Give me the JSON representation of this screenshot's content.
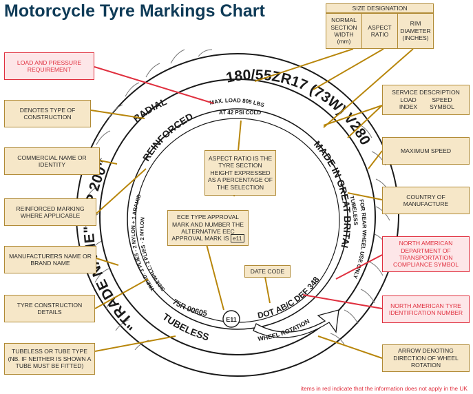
{
  "title": "Motorcycle Tyre Markings Chart",
  "tyre_text": {
    "size": "180/55ZR17 (73W) V280",
    "radial": "RADIAL",
    "reinforced": "REINFORCED",
    "max_load_1": "MAX. LOAD 805 LBS",
    "max_load_2": "AT 42 PSI COLD",
    "trade_name": "\"TRADE NAME\" \"KP 200\"",
    "made_in": "MADE IN GREAT BRITAIN",
    "tubeless_rear_1": "TUBELESS",
    "tubeless_rear_2": "FOR REAR WHEEL USE ONLY",
    "tread_1": "TREAD: 3 PLIES - 2 NYLON + 1 ARAMID",
    "tread_2": "SIDEWALL: 2 PLIES - 2 NYLON",
    "ece_mark": "E11",
    "ece_number": "75R 00605",
    "dot_code": "DOT AB/C DEF 348",
    "tubeless_bottom": "TUBELESS",
    "wheel_rotation": "WHEEL ROTATION"
  },
  "size_designation": {
    "header": "SIZE DESIGNATION",
    "columns": [
      "NORMAL SECTION WIDTH (mm)",
      "ASPECT RATIO",
      "RIM DIAMETER (INCHES)"
    ]
  },
  "labels": {
    "load_pressure": "LOAD AND PRESSURE REQUIREMENT",
    "construction_type": "DENOTES TYPE OF CONSTRUCTION",
    "commercial_name": "COMMERCIAL NAME OR IDENTITY",
    "reinforced_marking": "REINFORCED MARKING WHERE APPLICABLE",
    "manufacturers_name": "MANUFACTURERS NAME OR BRAND NAME",
    "construction_details": "TYRE CONSTRUCTION DETAILS",
    "tubeless_or_tube": "TUBELESS OR TUBE TYPE (NB. IF NEITHER IS SHOWN A TUBE MUST BE FITTED)",
    "service_description": "SERVICE DESCRIPTION",
    "load_index": "LOAD INDEX",
    "speed_symbol": "SPEED SYMBOL",
    "maximum_speed": "MAXIMUM SPEED",
    "country_of_manufacture": "COUNTRY OF MANUFACTURE",
    "na_dot_compliance": "NORTH AMERICAN DEPARTMENT OF TRANSPORTATION COMPLIANCE SYMBOL",
    "na_tyre_id": "NORTH AMERICAN TYRE IDENTIFICATION NUMBER",
    "arrow_rotation": "ARROW DENOTING DIRECTION OF WHEEL ROTATION",
    "aspect_ratio_note": "ASPECT RATIO IS THE TYRE SECTION HEIGHT EXPRESSED AS A PERCENTAGE OF THE SELECTION",
    "ece_note_text": "ECE TYPE APPROVAL MARK AND NUMBER THE ALTERNATIVE EEC APPROVAL MARK IS",
    "ece_note_mark": "e11",
    "date_code": "DATE CODE"
  },
  "footnote": "items in red indicate that the information does not apply in the UK",
  "colors": {
    "title": "#0f3b57",
    "box_fill": "#f6e7c8",
    "box_border": "#b08a35",
    "leader_line": "#b8860b",
    "red": "#e0303f",
    "tyre_outline": "#1a1a1a"
  }
}
